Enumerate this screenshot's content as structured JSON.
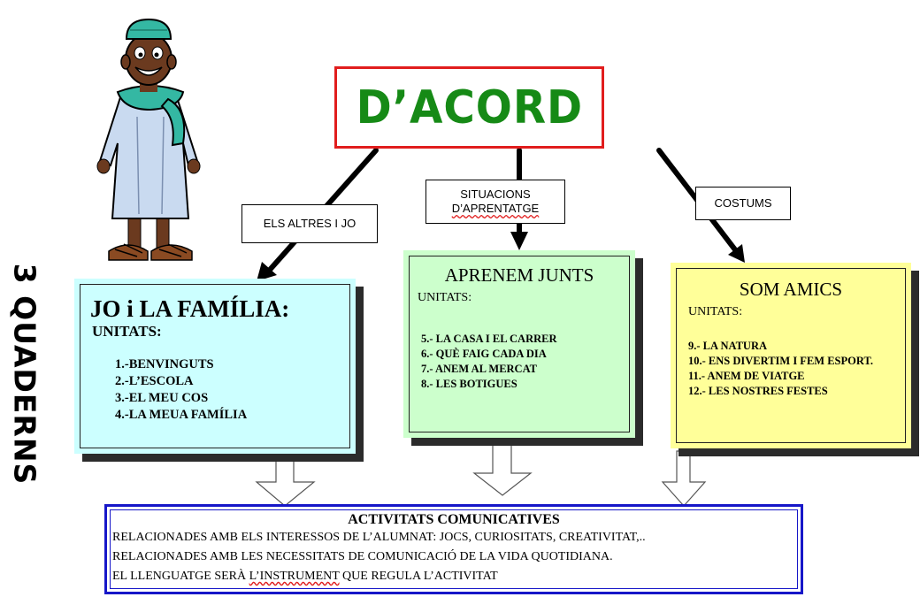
{
  "side_label": "3 QUADERNS",
  "title": "D’ACORD",
  "connectors": {
    "left": "ELS ALTRES I JO",
    "middle_line1": "SITUACIONS",
    "middle_line2": "D’APRENTATGE",
    "right": "COSTUMS"
  },
  "blocks": [
    {
      "title": "JO i LA FAMÍLIA:",
      "units_heading": "UNITATS:",
      "units": [
        "1.-BENVINGUTS",
        "2.-L’ESCOLA",
        "3.-EL MEU COS",
        "4.-LA MEUA FAMÍLIA"
      ],
      "color": "#ccffff"
    },
    {
      "title": "APRENEM JUNTS",
      "units_heading": "UNITATS:",
      "units": [
        "5.- LA CASA I EL CARRER",
        "6.- QUÈ FAIG CADA DIA",
        "7.- ANEM AL MERCAT",
        "8.- LES BOTIGUES"
      ],
      "color": "#ccffcc"
    },
    {
      "title": "SOM AMICS",
      "units_heading": "UNITATS:",
      "units": [
        "9.- LA NATURA",
        "10.- ENS DIVERTIM I FEM ESPORT.",
        "11.- ANEM DE VIATGE",
        "12.- LES  NOSTRES FESTES"
      ],
      "color": "#ffff99"
    }
  ],
  "activities": {
    "title": "ACTIVITATS COMUNICATIVES",
    "line1": "RELACIONADES AMB ELS INTERESSOS DE L’ALUMNAT: JOCS, CURIOSITATS, CREATIVITAT,..",
    "line2": "RELACIONADES AMB LES NECESSITATS DE COMUNICACIÓ DE LA VIDA QUOTIDIANA.",
    "line3_start": "EL LLENGUATGE SERÀ ",
    "line3_underlined": "L’INSTRUMENT",
    "line3_end": " QUE REGULA L’ACTIVITAT"
  },
  "colors": {
    "title_border": "#e11d1d",
    "title_text": "#168a16",
    "activities_border": "#1717c8"
  }
}
